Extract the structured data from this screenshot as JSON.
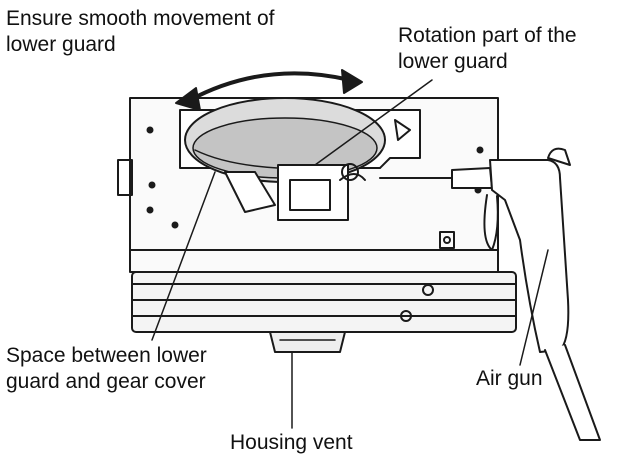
{
  "labels": {
    "smooth_movement": [
      "Ensure smooth movement of",
      "lower guard"
    ],
    "rotation_part": [
      "Rotation part of the",
      "lower guard"
    ],
    "space_between": [
      "Space between lower",
      "guard and gear cover"
    ],
    "air_gun": "Air gun",
    "housing_vent": "Housing vent"
  }
}
